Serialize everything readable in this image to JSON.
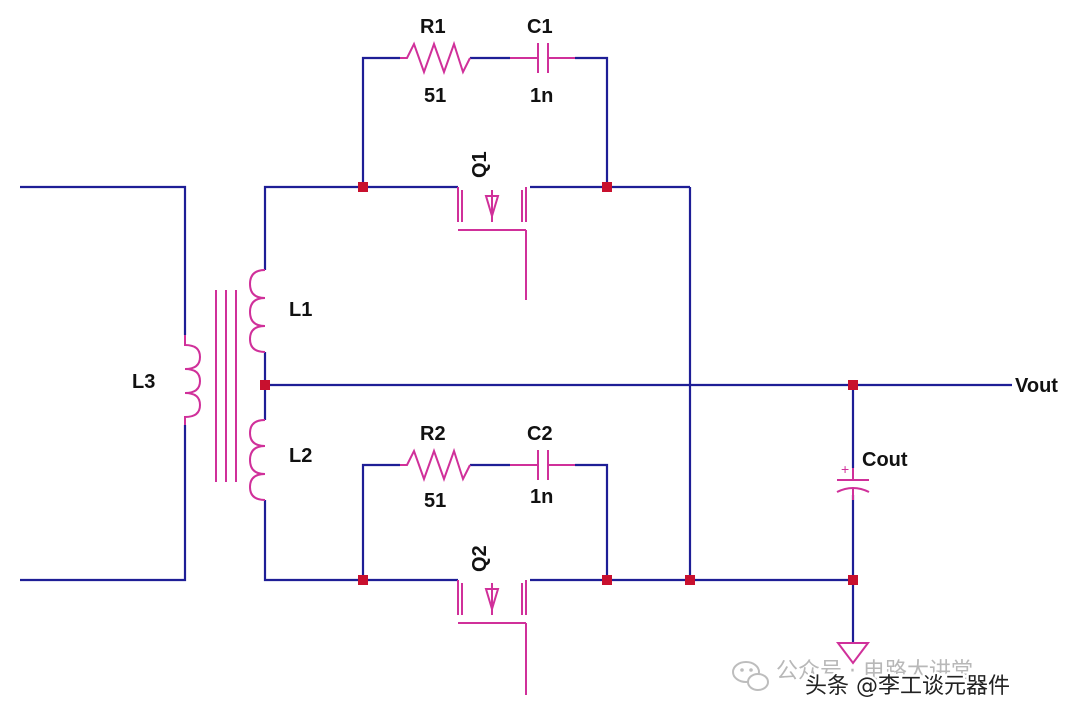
{
  "components": {
    "r1": {
      "ref": "R1",
      "value": "51"
    },
    "c1": {
      "ref": "C1",
      "value": "1n"
    },
    "q1": {
      "ref": "Q1"
    },
    "r2": {
      "ref": "R2",
      "value": "51"
    },
    "c2": {
      "ref": "C2",
      "value": "1n"
    },
    "q2": {
      "ref": "Q2"
    },
    "l1": {
      "ref": "L1"
    },
    "l2": {
      "ref": "L2"
    },
    "l3": {
      "ref": "L3"
    },
    "cout": {
      "ref": "Cout",
      "polarity": "+"
    },
    "vout": {
      "label": "Vout"
    }
  },
  "watermark": {
    "back": "公众号 · 电路大讲堂",
    "front": "头条 @李工谈元器件"
  },
  "colors": {
    "wire": "#1e1e96",
    "component": "#d0309a",
    "junction": "#c8102e"
  }
}
